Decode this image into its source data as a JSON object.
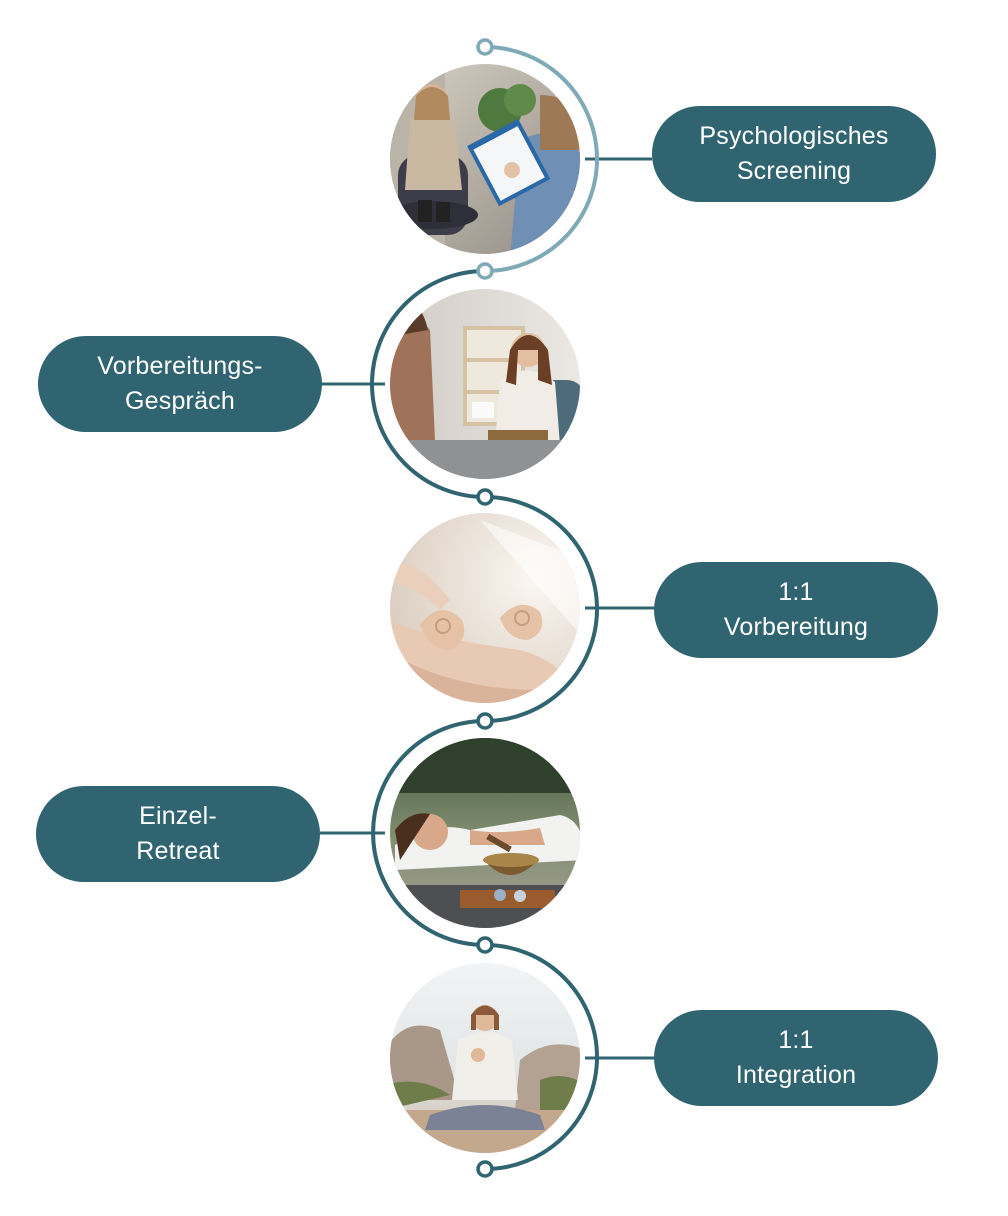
{
  "colors": {
    "pill_fill": "#2f6470",
    "path_dark": "#2f6470",
    "path_light": "#7fa9b6",
    "pill_text": "#ffffff"
  },
  "steps": [
    {
      "label": "Psychologisches\nScreening",
      "image_icon": "therapy-session-photo-icon",
      "side": "right"
    },
    {
      "label": "Vorbereitungs-\nGespräch",
      "image_icon": "consultation-photo-icon",
      "side": "left"
    },
    {
      "label": "1:1\nVorbereitung",
      "image_icon": "meditation-hands-photo-icon",
      "side": "right"
    },
    {
      "label": "Einzel-\nRetreat",
      "image_icon": "sound-bowl-retreat-photo-icon",
      "side": "left"
    },
    {
      "label": "1:1\nIntegration",
      "image_icon": "outdoor-meditation-photo-icon",
      "side": "right"
    }
  ]
}
